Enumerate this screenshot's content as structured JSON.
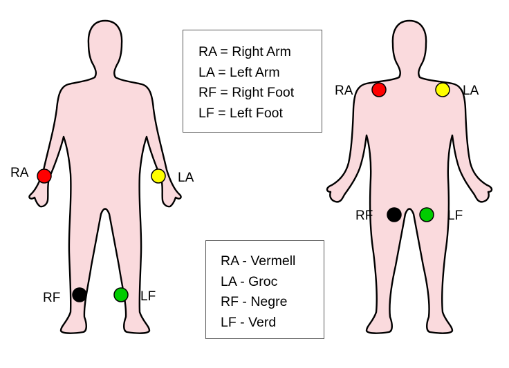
{
  "legend_names": {
    "lines": [
      "RA = Right Arm",
      "LA = Left Arm",
      "RF = Right Foot",
      "LF = Left Foot"
    ]
  },
  "legend_colors": {
    "lines": [
      "RA - Vermell",
      "LA - Groc",
      "RF - Negre",
      "LF - Verd"
    ]
  },
  "colors": {
    "body_fill": "#fadadd",
    "red": "#ff0000",
    "yellow": "#ffff00",
    "black": "#000000",
    "green": "#00cc00"
  },
  "figure_left": {
    "electrodes": [
      {
        "label": "RA",
        "color": "#ff0000"
      },
      {
        "label": "LA",
        "color": "#ffff00"
      },
      {
        "label": "RF",
        "color": "#000000"
      },
      {
        "label": "LF",
        "color": "#00cc00"
      }
    ]
  },
  "figure_right": {
    "electrodes": [
      {
        "label": "RA",
        "color": "#ff0000"
      },
      {
        "label": "LA",
        "color": "#ffff00"
      },
      {
        "label": "RF",
        "color": "#000000"
      },
      {
        "label": "LF",
        "color": "#00cc00"
      }
    ]
  }
}
